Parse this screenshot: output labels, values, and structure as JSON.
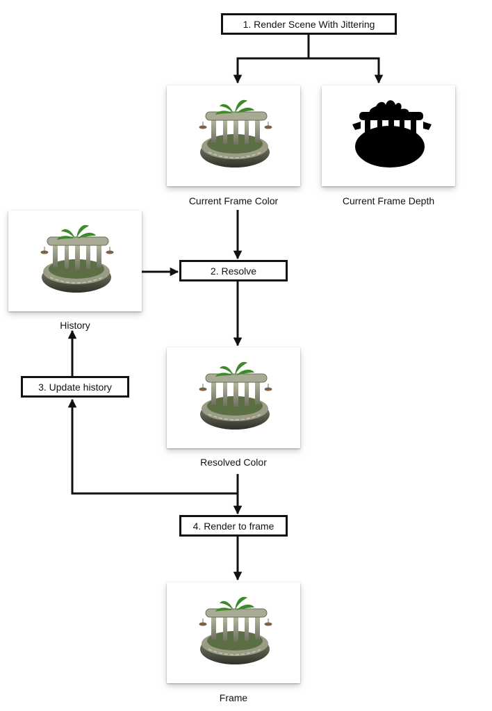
{
  "steps": {
    "render_scene": "1. Render Scene With Jittering",
    "resolve": "2. Resolve",
    "update_history": "3. Update history",
    "render_to_frame": "4. Render to frame"
  },
  "images": {
    "current_color": "Current Frame Color",
    "current_depth": "Current Frame Depth",
    "history": "History",
    "resolved_color": "Resolved Color",
    "frame": "Frame"
  },
  "colors": {
    "line": "#111111",
    "stone": "#8e8f79",
    "foliage": "#3e8a2a",
    "depth_silhouette": "#000000"
  }
}
